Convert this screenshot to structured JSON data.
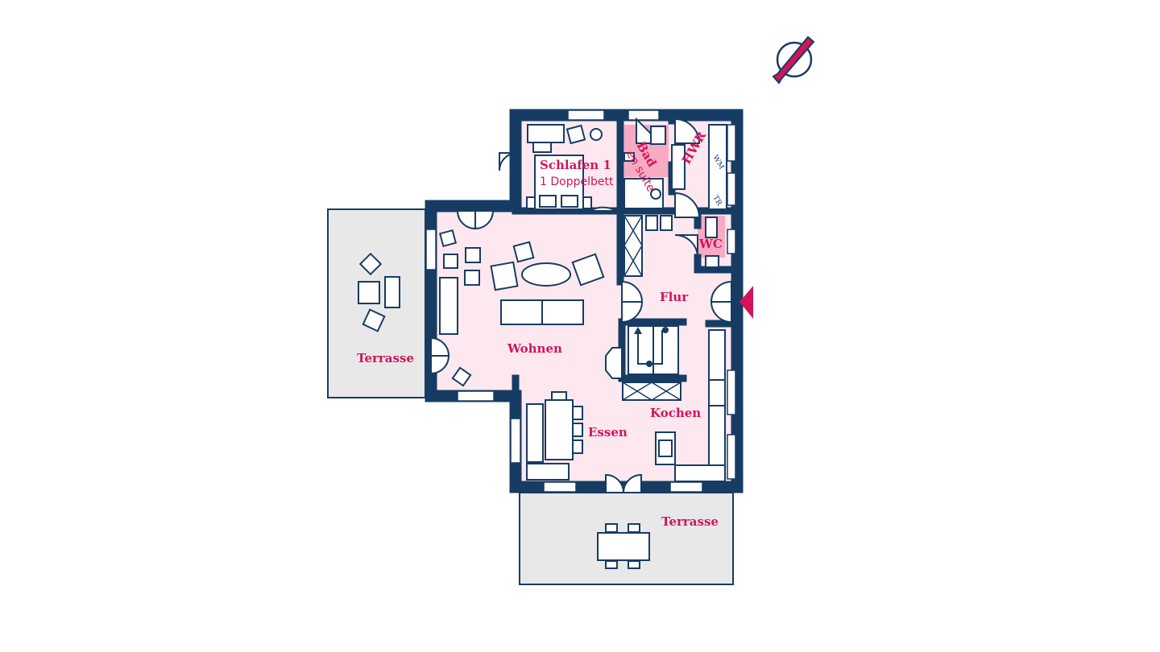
{
  "colors": {
    "wall": "#173c63",
    "label": "#d2145a",
    "floor": "#fde8ef",
    "wet_room": "#f6aac4",
    "terrace": "#e8e8e8",
    "accent": "#d2145a"
  },
  "compass": {
    "icon": "north-arrow-icon"
  },
  "rooms": {
    "schlafen": {
      "name": "Schlafen 1",
      "detail": "1 Doppelbett"
    },
    "bad": {
      "name": "Bad",
      "detail": "en suite"
    },
    "hwr": {
      "name": "HWR",
      "wm": "WM",
      "tr": "TR"
    },
    "wc": {
      "name": "WC"
    },
    "flur": {
      "name": "Flur"
    },
    "wohnen": {
      "name": "Wohnen"
    },
    "essen": {
      "name": "Essen"
    },
    "kochen": {
      "name": "Kochen"
    },
    "terrasse_west": {
      "name": "Terrasse"
    },
    "terrasse_south": {
      "name": "Terrasse"
    }
  },
  "entrance": {
    "icon": "entrance-arrow-icon"
  }
}
